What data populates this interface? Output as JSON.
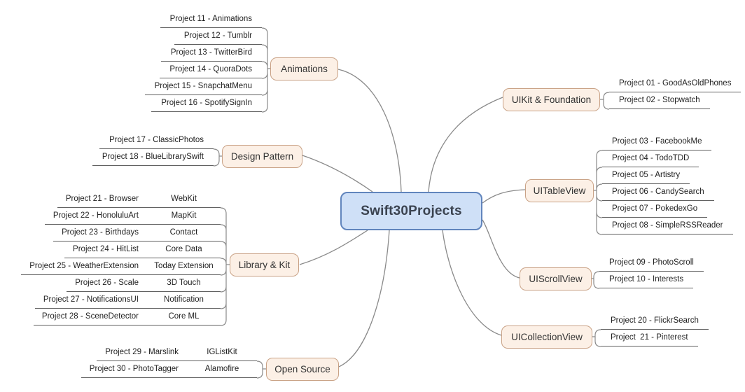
{
  "center": {
    "label": "Swift30Projects"
  },
  "branches": [
    {
      "label": "Animations",
      "leaves": [
        {
          "text": "Project 11 - Animations"
        },
        {
          "text": "Project 12 - Tumblr"
        },
        {
          "text": "Project 13 - TwitterBird"
        },
        {
          "text": "Project 14 - QuoraDots"
        },
        {
          "text": "Project 15 - SnapchatMenu"
        },
        {
          "text": "Project 16 - SpotifySignIn"
        }
      ]
    },
    {
      "label": "Design Pattern",
      "leaves": [
        {
          "text": "Project 17 - ClassicPhotos"
        },
        {
          "text": "Project 18 - BlueLibrarySwift"
        }
      ]
    },
    {
      "label": "Library & Kit",
      "leaves": [
        {
          "text": "Project 21 - Browser",
          "kit": "WebKit"
        },
        {
          "text": "Project 22 - HonoluluArt",
          "kit": "MapKit"
        },
        {
          "text": "Project 23 - Birthdays",
          "kit": "Contact"
        },
        {
          "text": "Project 24 - HitList",
          "kit": "Core Data"
        },
        {
          "text": "Project 25 - WeatherExtension",
          "kit": "Today Extension"
        },
        {
          "text": "Project 26 - Scale",
          "kit": "3D Touch"
        },
        {
          "text": "Project 27 - NotificationsUI",
          "kit": "Notification"
        },
        {
          "text": "Project 28 - SceneDetector",
          "kit": "Core ML"
        }
      ]
    },
    {
      "label": "Open Source",
      "leaves": [
        {
          "text": "Project 29 - Marslink",
          "kit": "IGListKit"
        },
        {
          "text": "Project 30 - PhotoTagger",
          "kit": "Alamofire"
        }
      ]
    },
    {
      "label": "UIKit & Foundation",
      "leaves": [
        {
          "text": "Project 01 - GoodAsOldPhones"
        },
        {
          "text": "Project 02 - Stopwatch"
        }
      ]
    },
    {
      "label": "UITableView",
      "leaves": [
        {
          "text": "Project 03 - FacebookMe"
        },
        {
          "text": "Project 04 - TodoTDD"
        },
        {
          "text": "Project 05 - Artistry"
        },
        {
          "text": "Project 06 - CandySearch"
        },
        {
          "text": "Project 07 - PokedexGo"
        },
        {
          "text": "Project 08 - SimpleRSSReader"
        }
      ]
    },
    {
      "label": "UIScrollView",
      "leaves": [
        {
          "text": "Project 09 - PhotoScroll"
        },
        {
          "text": "Project 10 - Interests"
        }
      ]
    },
    {
      "label": "UICollectionView",
      "leaves": [
        {
          "text": "Project 20 - FlickrSearch"
        },
        {
          "text": "Project  21 - Pinterest"
        }
      ]
    }
  ],
  "colors": {
    "center_fill": "#cfe0f7",
    "center_border": "#6185bd",
    "branch_fill": "#fcf0e6",
    "branch_border": "#c9a286",
    "line": "#8a8a8a",
    "underline": "#606060"
  }
}
